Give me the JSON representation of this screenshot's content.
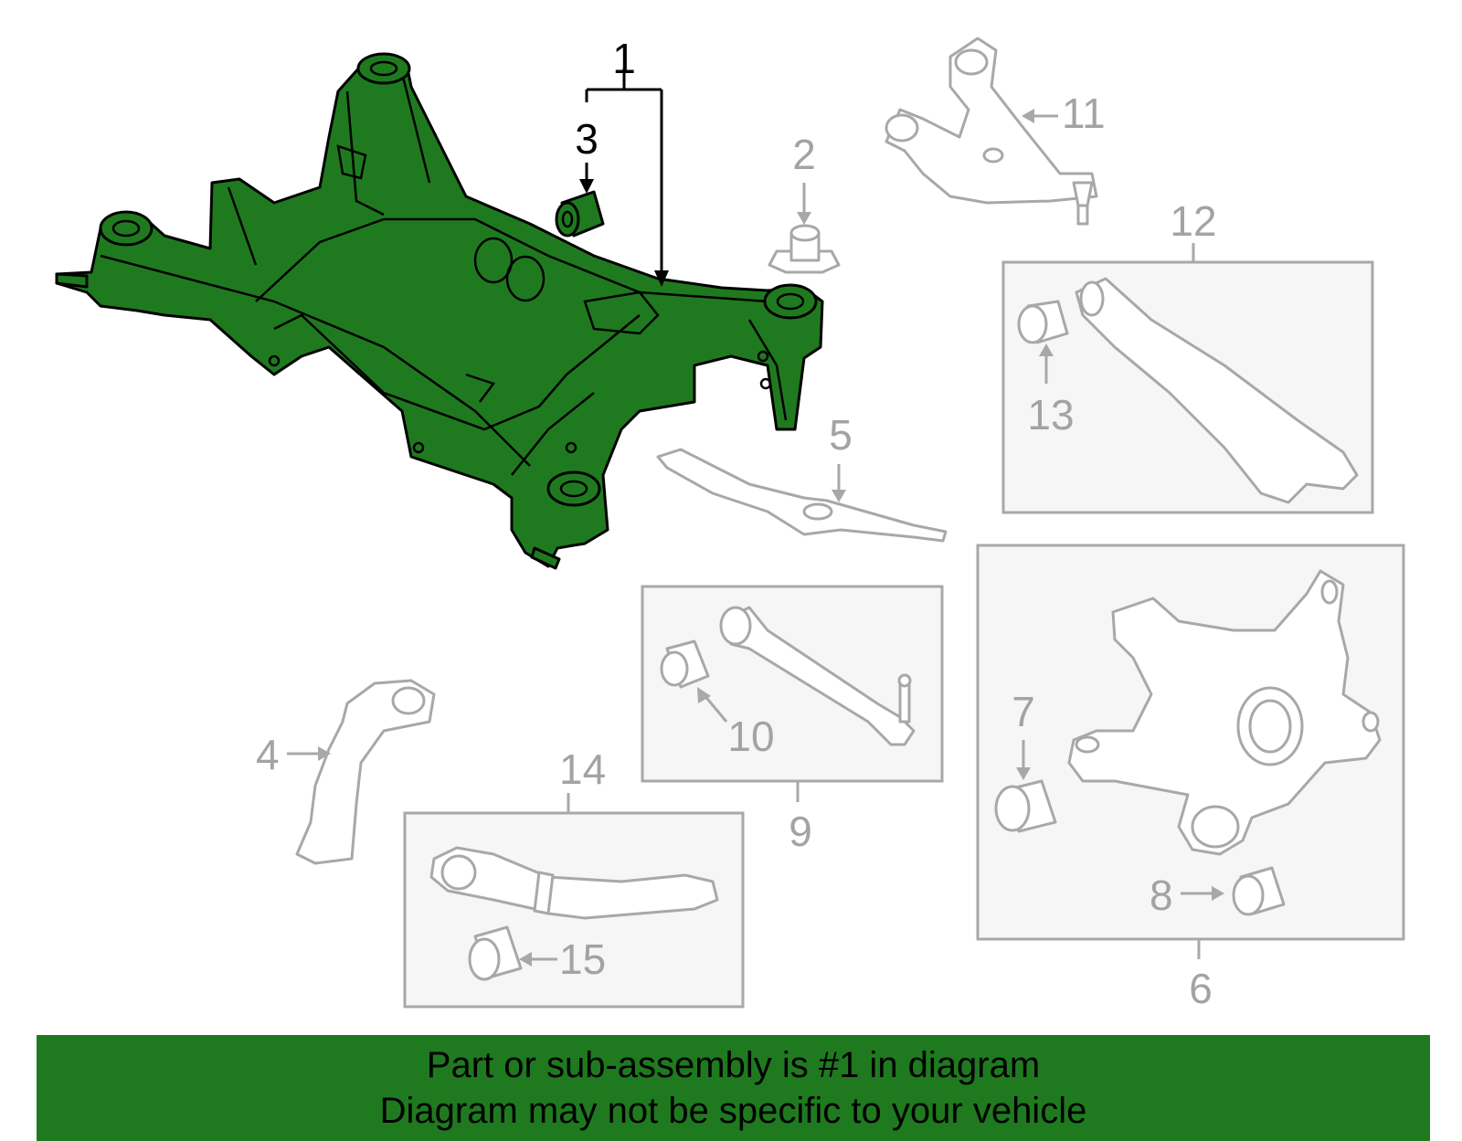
{
  "colors": {
    "highlight": "#1f7a1f",
    "dim_part": "#a8a8a8",
    "banner_bg": "#1f7a1f"
  },
  "callouts": {
    "c1": "1",
    "c2": "2",
    "c3": "3",
    "c4": "4",
    "c5": "5",
    "c6": "6",
    "c7": "7",
    "c8": "8",
    "c9": "9",
    "c10": "10",
    "c11": "11",
    "c12": "12",
    "c13": "13",
    "c14": "14",
    "c15": "15"
  },
  "banner": {
    "line1": "Part or sub-assembly is #1 in diagram",
    "line2": "Diagram may not be specific to your vehicle"
  }
}
